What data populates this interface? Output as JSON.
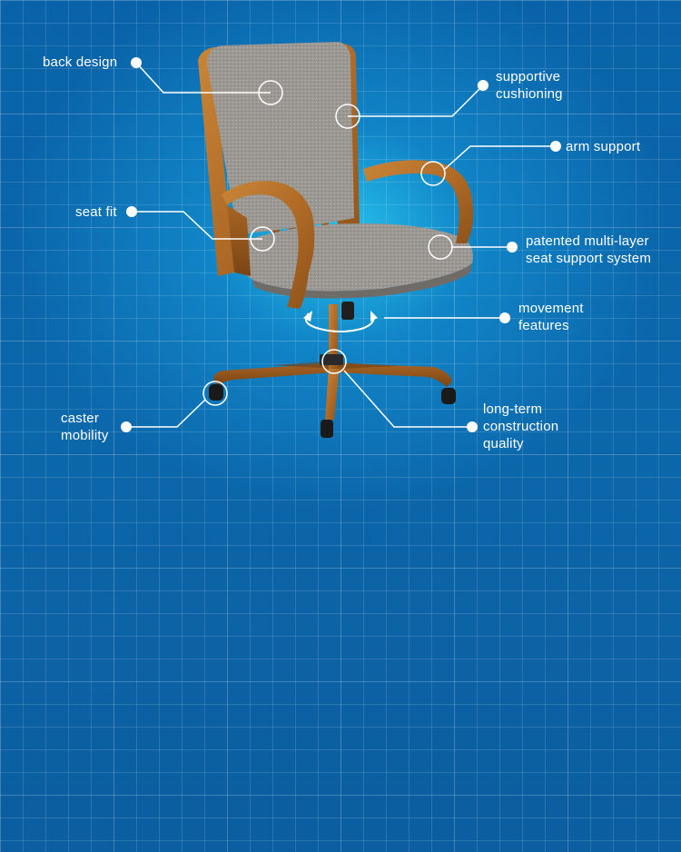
{
  "callouts": {
    "back_design": [
      "back design"
    ],
    "supportive_cushioning": [
      "supportive",
      "cushioning"
    ],
    "arm_support": [
      "arm support"
    ],
    "seat_fit": [
      "seat fit"
    ],
    "seat_support_system": [
      "patented multi-layer",
      "seat support system"
    ],
    "movement_features": [
      "movement",
      "features"
    ],
    "caster_mobility": [
      "caster",
      "mobility"
    ],
    "construction_quality": [
      "long-term",
      "construction",
      "quality"
    ]
  },
  "colors": {
    "background": "#0a63a8",
    "glow": "#28c8f0",
    "callout_line": "#ffffff",
    "fabric": "#9a9690",
    "wood": "#b8732e",
    "caster": "#1a1a1a"
  }
}
